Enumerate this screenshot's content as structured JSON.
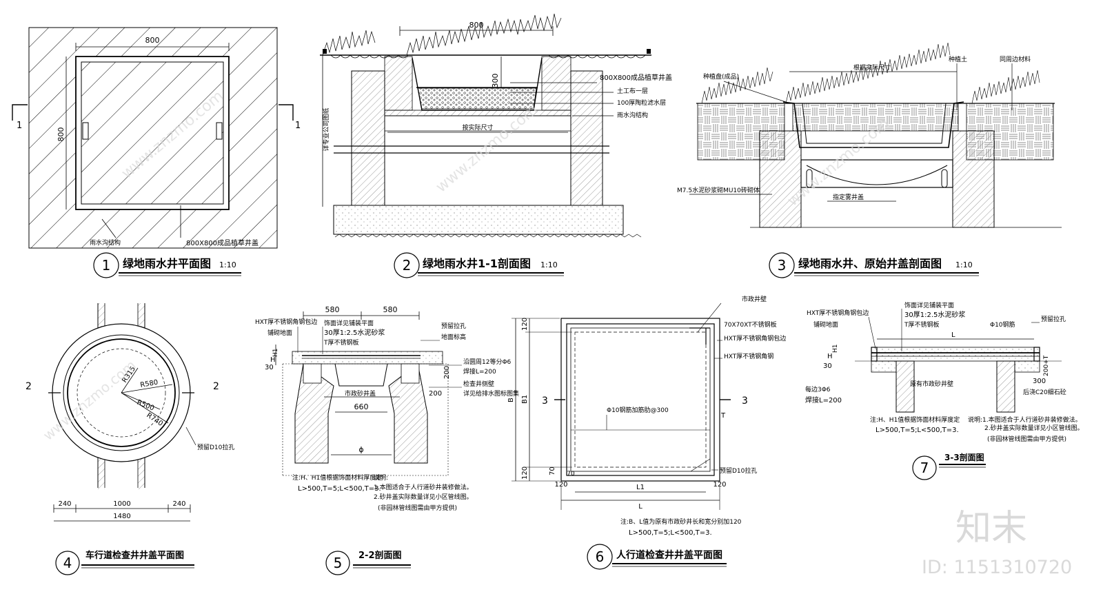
{
  "watermark": {
    "brand": "知末",
    "id_text": "ID: 1151310720",
    "site": "www.znzmo.com"
  },
  "drawings": {
    "d1": {
      "num": "1",
      "title": "绿地雨水井平面图",
      "scale": "1:10",
      "dim_top": "800",
      "dim_side": "800",
      "sec_left": "1",
      "sec_right": "1",
      "note_structure": "雨水沟结构",
      "note_cover": "800X800成品植草井盖"
    },
    "d2": {
      "num": "2",
      "title": "绿地雨水井1-1剖面图",
      "scale": "1:10",
      "dim_top": "800",
      "dim_depth": "300",
      "notes": [
        "800X800成品植草井盖",
        "土工布一层",
        "100厚陶粒滤水层",
        "雨水沟结构"
      ],
      "inner": "按实际尺寸",
      "side": "详专业公司图纸"
    },
    "d3": {
      "num": "3",
      "title": "绿地雨水井、原始井盖剖面图",
      "scale": "1:10",
      "n_turf": "种植盘(成品)",
      "n_size": "根据实际尺寸",
      "n_soil": "种植土",
      "n_pave": "同周边材料",
      "n_wall": "M7.5水泥砂浆砌MU10砖砌体",
      "n_cover": "指定雾井盖"
    },
    "d4": {
      "num": "4",
      "title": "车行道检查井井盖平面图",
      "r1": "R315",
      "r2": "R580",
      "r3": "R500",
      "r4": "R740",
      "sec_left": "2",
      "sec_right": "2",
      "hole": "预留D10拉孔",
      "dims": [
        "240",
        "1000",
        "240"
      ],
      "dim_total": "1480"
    },
    "d5": {
      "num": "5",
      "title": "2-2剖面图",
      "dim_a": "580",
      "dim_b": "580",
      "n1": "HXT厚不锈钢角钢包边",
      "n2": "饰面详见铺装平面",
      "n3": "30厚1:2.5水泥砂浆",
      "n4": "T厚不锈钢板",
      "n5": "铺砌地面",
      "n6": "预留拉孔",
      "n7": "地面标高",
      "n8": "沿圆周12等分Φ6",
      "n9": "焊接L=200",
      "n10": "检查井侧壁",
      "n11": "详见给排水图标图集",
      "n12": "市政砂井盖",
      "h": "H",
      "h1": "H1",
      "d30": "30",
      "d200a": "200",
      "d200b": "200",
      "d660": "660",
      "phi": "ϕ",
      "note1": "注:H、H1值根据饰面材料厚度定",
      "note2": "L>500,T=5;L<500,T=3.",
      "rem_title": "说明:",
      "rem1": "1.本图适合于人行道砂井装修做法。",
      "rem2": "2.砂井盖实际数量详见小区管线图。",
      "rem3": "(非园林管线图需由甲方提供)"
    },
    "d6": {
      "num": "6",
      "title": "人行道检查井井盖平面图",
      "n1": "市政井壁",
      "n2": "70X70XT不锈钢板",
      "n3": "HXT厚不锈钢角钢包边",
      "n4": "HXT厚不锈钢角钢",
      "n5": "Φ10钢筋加筋肋@300",
      "n6": "预留D10拉孔",
      "d120a": "120",
      "d120b": "120",
      "d70": "70",
      "B": "B",
      "B1": "B1",
      "T": "T",
      "L": "L",
      "L1": "L1",
      "d120c": "120",
      "d70b": "70",
      "d120d": "120",
      "sec_left": "3",
      "sec_right": "3",
      "note1": "注:B、L值为原有市政砂井长和宽分别加120",
      "note2": "L>500,T=5;L<500,T=3."
    },
    "d7": {
      "num": "7",
      "title": "3-3剖面图",
      "n1": "HXT厚不锈钢角钢包边",
      "n2": "饰面详见铺装平面",
      "n3": "30厚1:2.5水泥砂浆",
      "n4": "T厚不锈钢板",
      "n5": "铺砌地面",
      "n6": "预留拉孔",
      "n7": "Φ10钢筋",
      "n8": "原有市政砂井壁",
      "n9": "每边3Φ6",
      "n10": "焊接L=200",
      "n11": "后浇C20细石砼",
      "L": "L",
      "d300": "300",
      "d200": "200+T",
      "h": "H",
      "h1": "H1",
      "d30": "30",
      "note1": "注:H、H1值根据饰面材料厚度定",
      "note2": "L>500,T=5;L<500,T=3.",
      "rem1": "说明:1.本图适合于人行道砂井装修做法。",
      "rem2": "2.砂井盖实际数量详见小区管线图。",
      "rem3": "(非园林管线图需由甲方提供)"
    }
  }
}
